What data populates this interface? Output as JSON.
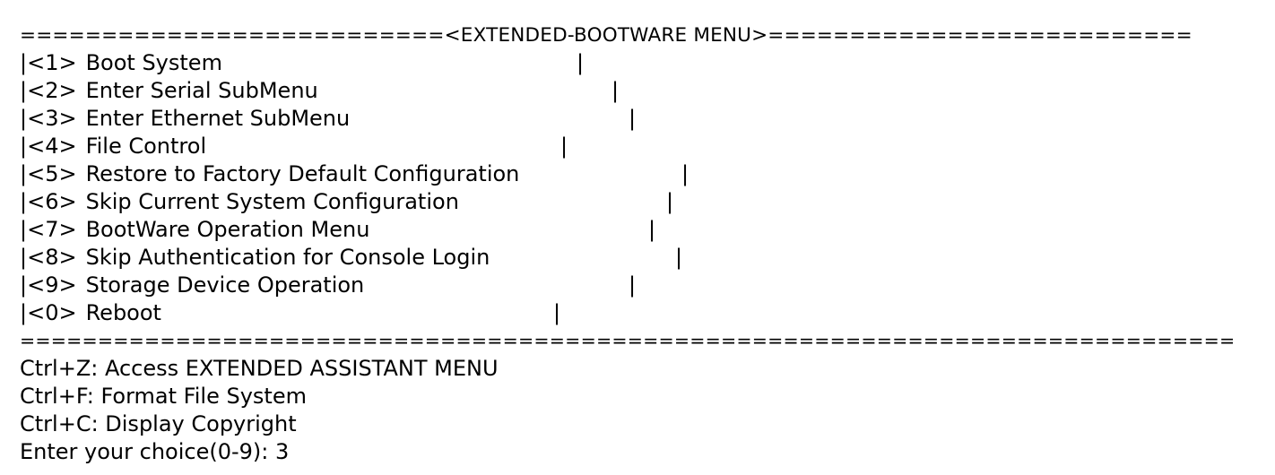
{
  "menu": {
    "header": "==========================<EXTENDED-BOOTWARE MENU>==========================",
    "items": [
      {
        "key": "|<1>",
        "label": "Boot System"
      },
      {
        "key": "|<2>",
        "label": "Enter Serial SubMenu"
      },
      {
        "key": "|<3>",
        "label": "Enter Ethernet SubMenu"
      },
      {
        "key": "|<4>",
        "label": "File Control"
      },
      {
        "key": "|<5>",
        "label": "Restore to Factory Default Configuration"
      },
      {
        "key": "|<6>",
        "label": "Skip Current System Configuration"
      },
      {
        "key": "|<7>",
        "label": "BootWare Operation Menu"
      },
      {
        "key": "|<8>",
        "label": "Skip Authentication for Console Login"
      },
      {
        "key": "|<9>",
        "label": "Storage Device Operation"
      },
      {
        "key": "|<0>",
        "label": "Reboot"
      }
    ],
    "border_char": "|",
    "footer": "=============================================================================="
  },
  "shortcuts": [
    "Ctrl+Z: Access EXTENDED ASSISTANT MENU",
    "Ctrl+F: Format File System",
    "Ctrl+C: Display Copyright"
  ],
  "prompt": "Enter your choice(0-9): 3"
}
